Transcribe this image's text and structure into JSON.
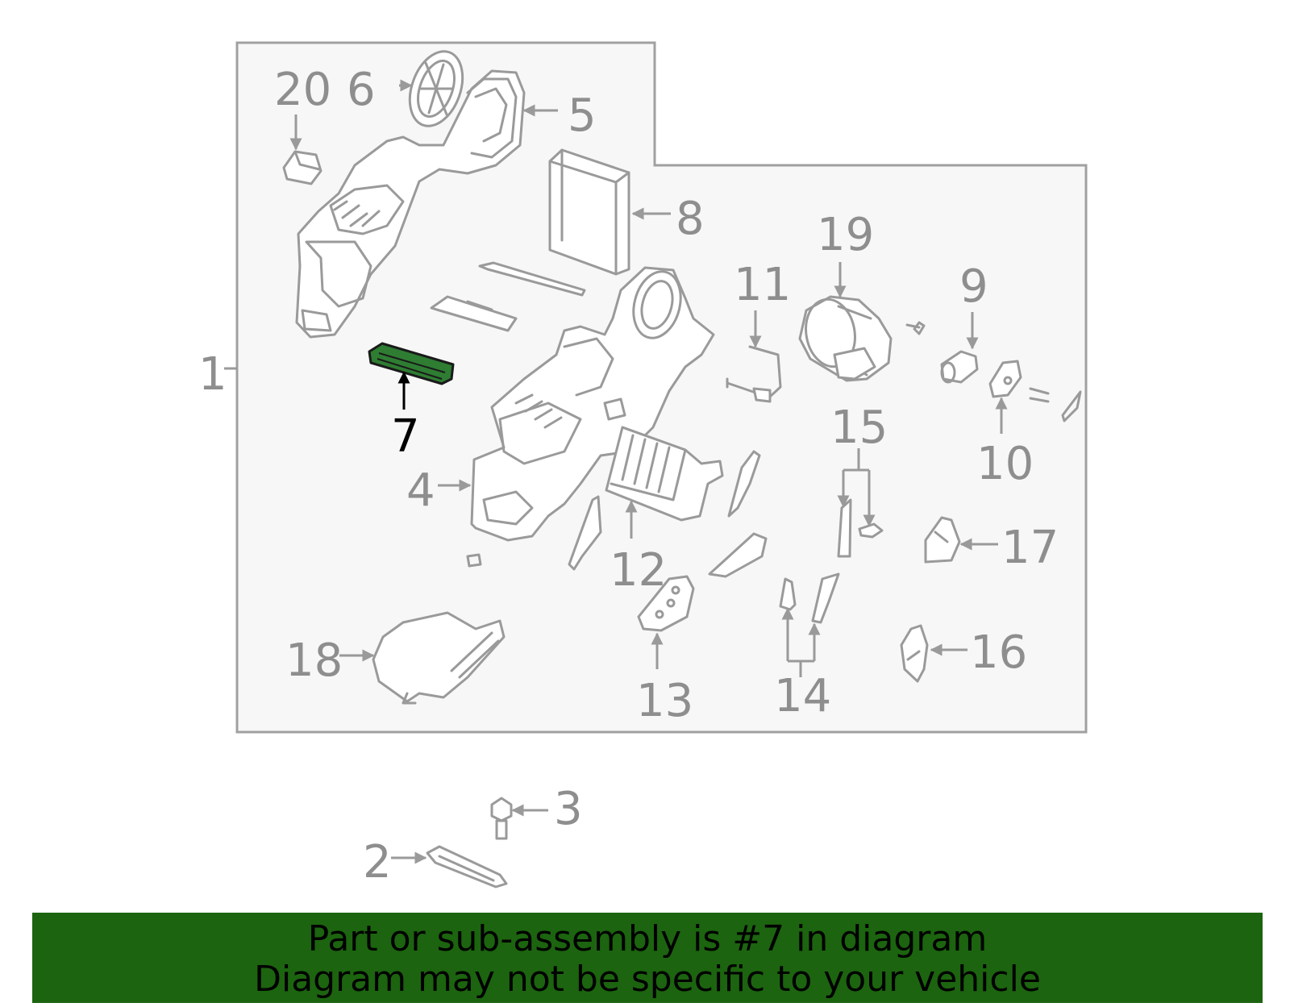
{
  "diagram": {
    "highlight_part": "7",
    "highlight_color": "#2e7d32",
    "callouts": [
      "20",
      "6",
      "5",
      "8",
      "19",
      "11",
      "9",
      "10",
      "15",
      "1",
      "7",
      "4",
      "12",
      "17",
      "13",
      "14",
      "16",
      "18",
      "3",
      "2"
    ]
  },
  "banner": {
    "line1": "Part or sub-assembly is #7 in diagram",
    "line2": "Diagram may not be specific to your vehicle",
    "background": "#1c640f"
  }
}
